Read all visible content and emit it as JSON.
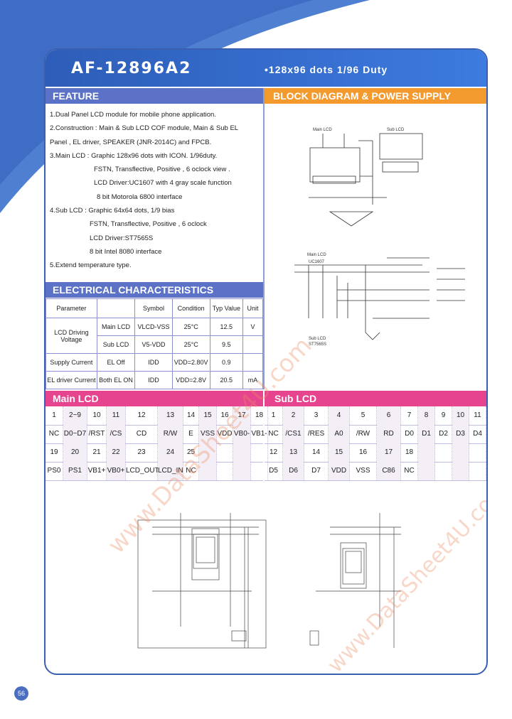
{
  "header": {
    "title": "AF-12896A2",
    "subtitle": "•128x96 dots 1/96 Duty"
  },
  "sections": {
    "feature": "FEATURE",
    "block": "BLOCK DIAGRAM & POWER SUPPLY",
    "electrical": "ELECTRICAL CHARACTERISTICS",
    "main_lcd": "Main LCD",
    "sub_lcd": "Sub LCD"
  },
  "feature_lines": [
    "1.Dual Panel LCD module for mobile phone application.",
    "2.Construction : Main & Sub LCD COF module, Main & Sub EL",
    "Panel , EL driver, SPEAKER (JNR-2014C) and FPCB.",
    "3.Main LCD : Graphic 128x96 dots with ICON. 1/96duty.",
    "FSTN, Transflective, Positive , 6 oclock view .",
    "LCD Driver:UC1607 with 4 gray scale function",
    "8 bit Motorola 6800 interface",
    "4.Sub LCD : Graphic 64x64 dots, 1/9 bias",
    "FSTN, Transflective, Positive , 6 oclock",
    "LCD Driver:ST7565S",
    "8 bit Intel 8080 interface",
    "5.Extend temperature type."
  ],
  "electrical": {
    "headers": [
      "Parameter",
      "",
      "Symbol",
      "Condition",
      "Typ Value",
      "Unit"
    ],
    "rows": [
      {
        "param": "LCD Driving Voltage",
        "sub": "Main LCD",
        "symbol": "VLCD-VSS",
        "cond": "25°C",
        "typ": "12.5",
        "unit": "V"
      },
      {
        "param": "",
        "sub": "Sub LCD",
        "symbol": "V5-VDD",
        "cond": "25°C",
        "typ": "9.5",
        "unit": ""
      },
      {
        "param": "Supply Current",
        "sub": "EL Off",
        "symbol": "IDD",
        "cond": "VDD=2.80V",
        "typ": "0.9",
        "unit": ""
      },
      {
        "param": "EL driver Current",
        "sub": "Both EL ON",
        "symbol": "IDD",
        "cond": "VDD=2.8V",
        "typ": "20.5",
        "unit": "mA"
      }
    ]
  },
  "main_pins": {
    "row1_nums": [
      "1",
      "2~9",
      "10",
      "11",
      "12",
      "13",
      "14",
      "15",
      "16",
      "17",
      "18"
    ],
    "row1_names": [
      "NC",
      "D0~D7",
      "/RST",
      "/CS",
      "CD",
      "R/W",
      "E",
      "VSS",
      "VDD",
      "VB0-",
      "VB1-"
    ],
    "row2_nums": [
      "19",
      "20",
      "21",
      "22",
      "23",
      "24",
      "25"
    ],
    "row2_names": [
      "PS0",
      "PS1",
      "VB1+",
      "VB0+",
      "LCD_OUT",
      "LCD_IN",
      "NC"
    ]
  },
  "sub_pins": {
    "row1_nums": [
      "1",
      "2",
      "3",
      "4",
      "5",
      "6",
      "7",
      "8",
      "9",
      "10",
      "11"
    ],
    "row1_names": [
      "NC",
      "/CS1",
      "/RES",
      "A0",
      "/RW",
      "RD",
      "D0",
      "D1",
      "D2",
      "D3",
      "D4"
    ],
    "row2_nums": [
      "12",
      "13",
      "14",
      "15",
      "16",
      "17",
      "18"
    ],
    "row2_names": [
      "D5",
      "D6",
      "D7",
      "VDD",
      "VSS",
      "C86",
      "NC"
    ]
  },
  "block_labels": {
    "main_lcd": "Main LCD",
    "sub_lcd": "Sub LCD",
    "main_lcd2": "Main LCD",
    "uc1607": "UC1607",
    "sub_lcd2": "Sub LCD",
    "st7565": "ST7565S"
  },
  "page_number": "56",
  "watermark": "www.DataSheet4U.com",
  "colors": {
    "header": "#2d5db8",
    "feature_bar": "#5b72c7",
    "block_bar": "#f39a2f",
    "pin_bar": "#e6448e"
  }
}
